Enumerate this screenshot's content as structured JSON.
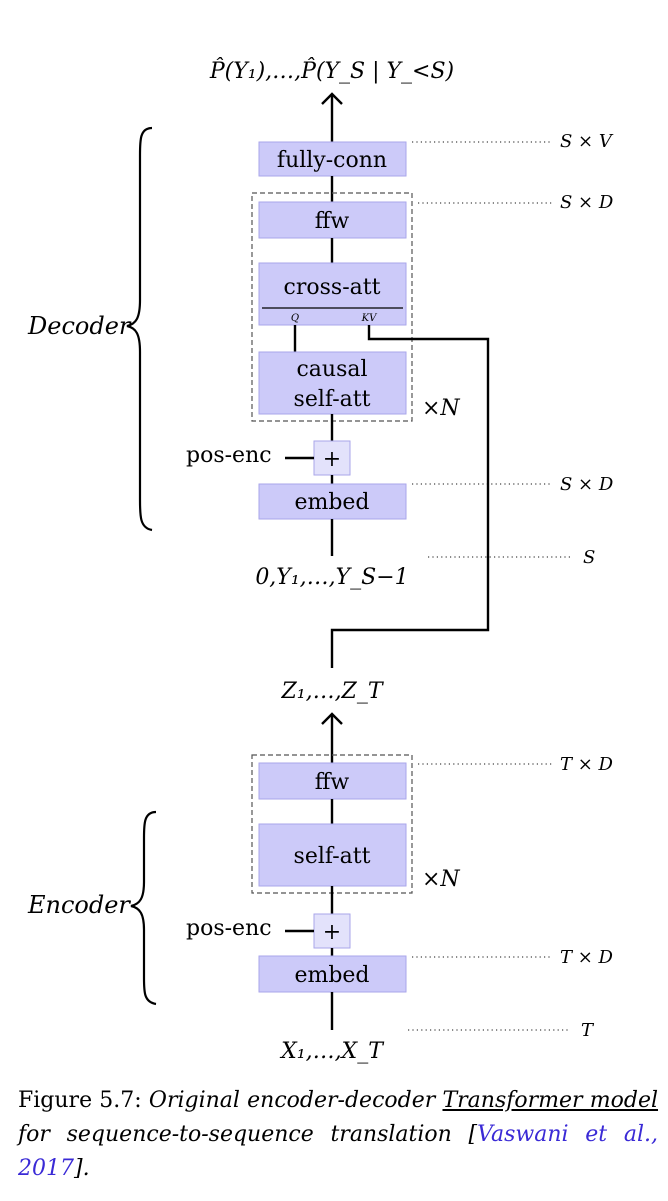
{
  "figure": {
    "decoder_label": "Decoder",
    "encoder_label": "Encoder",
    "decoder": {
      "output": "P̂(Y₁),…,P̂(Y_S | Y_<S)",
      "fully_conn": "fully-conn",
      "ffw": "ffw",
      "cross_att": "cross-att",
      "q_label": "Q",
      "kv_label": "KV",
      "causal": [
        "causal",
        "self-att"
      ],
      "repeat": "×N",
      "pos_enc": "pos-enc",
      "plus": "+",
      "embed": "embed",
      "input": "0,Y₁,…,Y_S−1",
      "dims": {
        "fully_conn": "S × V",
        "block": "S × D",
        "embed": "S × D",
        "input": "S"
      }
    },
    "encoder": {
      "output": "Z₁,…,Z_T",
      "ffw": "ffw",
      "self_att": "self-att",
      "repeat": "×N",
      "pos_enc": "pos-enc",
      "plus": "+",
      "embed": "embed",
      "input": "X₁,…,X_T",
      "dims": {
        "block": "T × D",
        "embed": "T × D",
        "input": "T"
      }
    }
  },
  "caption": {
    "prefix": "Figure 5.7:",
    "text_a": "Original encoder-decoder",
    "underlined": "Transformer model",
    "text_b": "for sequence-to-sequence translation [",
    "cite": "Vaswani et al., 2017",
    "suffix": "]."
  }
}
